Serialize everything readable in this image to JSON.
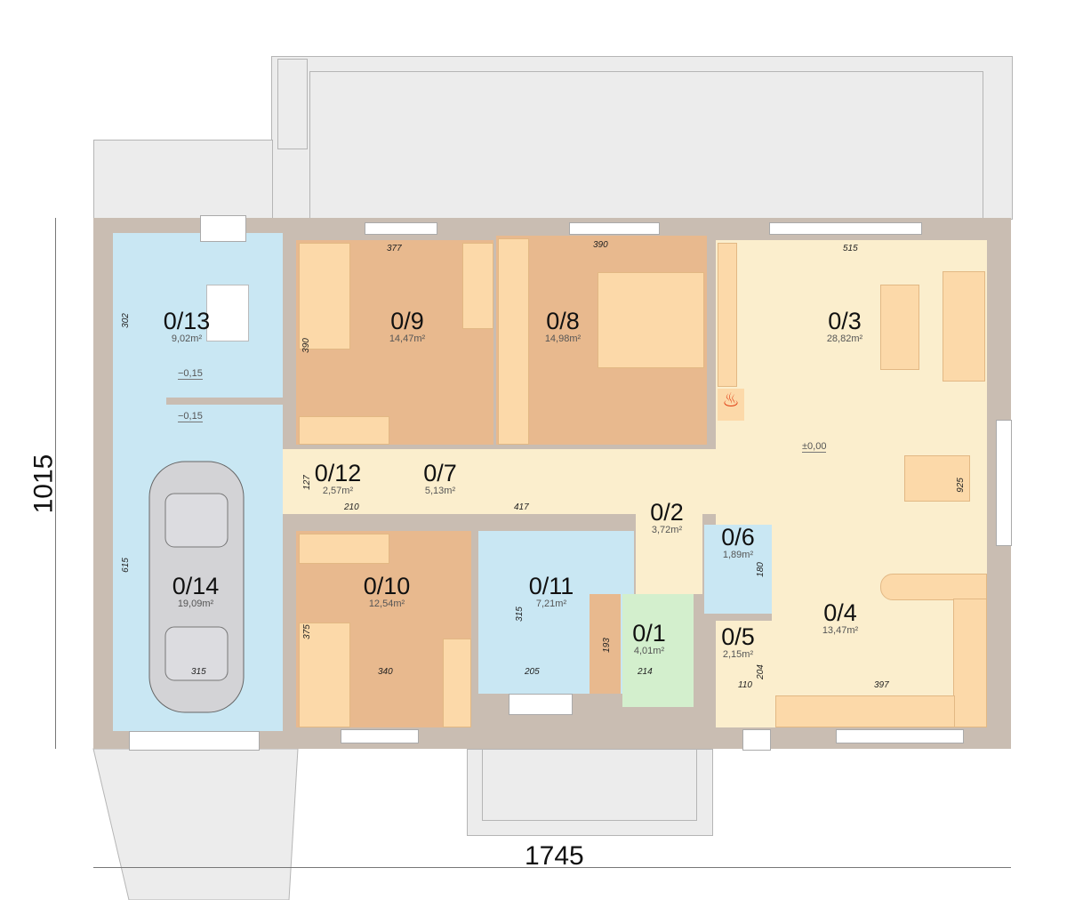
{
  "rooms": [
    {
      "id": "0/1",
      "area": "4,01m²"
    },
    {
      "id": "0/2",
      "area": "3,72m²"
    },
    {
      "id": "0/3",
      "area": "28,82m²"
    },
    {
      "id": "0/4",
      "area": "13,47m²"
    },
    {
      "id": "0/5",
      "area": "2,15m²"
    },
    {
      "id": "0/6",
      "area": "1,89m²"
    },
    {
      "id": "0/7",
      "area": "5,13m²"
    },
    {
      "id": "0/8",
      "area": "14,98m²"
    },
    {
      "id": "0/9",
      "area": "14,47m²"
    },
    {
      "id": "0/10",
      "area": "12,54m²"
    },
    {
      "id": "0/11",
      "area": "7,21m²"
    },
    {
      "id": "0/12",
      "area": "2,57m²"
    },
    {
      "id": "0/13",
      "area": "9,02m²"
    },
    {
      "id": "0/14",
      "area": "19,09m²"
    }
  ],
  "dimensions": {
    "d377": "377",
    "d390a": "390",
    "d515": "515",
    "d390b": "390",
    "d302": "302",
    "d127": "127",
    "d210": "210",
    "d417": "417",
    "d615": "615",
    "d315a": "315",
    "d375": "375",
    "d340": "340",
    "d315b": "315",
    "d205": "205",
    "d193": "193",
    "d214": "214",
    "d180": "180",
    "d204": "204",
    "d110": "110",
    "d397": "397",
    "d925": "925"
  },
  "levels": {
    "garage_upper": "−0,15",
    "garage_lower": "−0,15",
    "living": "±0,00"
  },
  "overall": {
    "width": "1745",
    "depth": "1015"
  }
}
